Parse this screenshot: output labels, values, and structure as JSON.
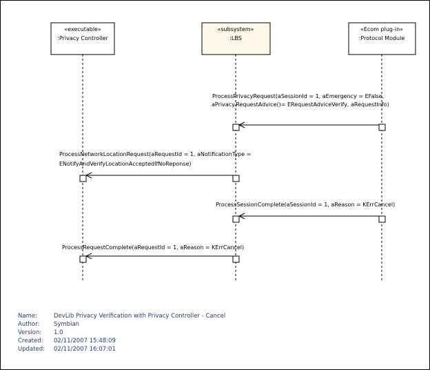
{
  "lifelines": [
    {
      "id": "pc",
      "stereotype": "«executable»",
      "name": ":Privacy Controller",
      "fill": "#ffffff"
    },
    {
      "id": "lbs",
      "stereotype": "«subsystem»",
      "name": ":LBS",
      "fill": "#fdf8e8"
    },
    {
      "id": "pm",
      "stereotype": "«Ecom plug-in»",
      "name": ":Protocol Module",
      "fill": "#ffffff"
    }
  ],
  "messages": [
    {
      "from": "pm",
      "to": "lbs",
      "lines": [
        "ProcessPrivacyRequest(aSessionId = 1, aEmergency = EFalse,",
        "aPrivacy.RequestAdvice()= ERequestAdviceVerify, aRequestInfo)"
      ]
    },
    {
      "from": "lbs",
      "to": "pc",
      "lines": [
        "ProcessNetworkLocationRequest(aRequestId = 1, aNotificationType =",
        "ENotifyAndVerifyLocationAcceptedIfNoReponse)"
      ]
    },
    {
      "from": "pm",
      "to": "lbs",
      "lines": [
        "ProcessSessionComplete(aSessionId = 1,  aReason = KErrCancel)"
      ]
    },
    {
      "from": "lbs",
      "to": "pc",
      "lines": [
        "ProcessRequestComplete(aRequestId = 1, aReason = KErrCancel)"
      ]
    }
  ],
  "notes": {
    "name_label": "Name:",
    "name_value": "DevLib Privacy Verification with Privacy Controller - Cancel",
    "author_label": "Author:",
    "author_value": "Symbian",
    "version_label": "Version:",
    "version_value": "1.0",
    "created_label": "Created:",
    "created_value": "02/11/2007 15:48:09",
    "updated_label": "Updated:",
    "updated_value": "02/11/2007 16:07:01"
  }
}
